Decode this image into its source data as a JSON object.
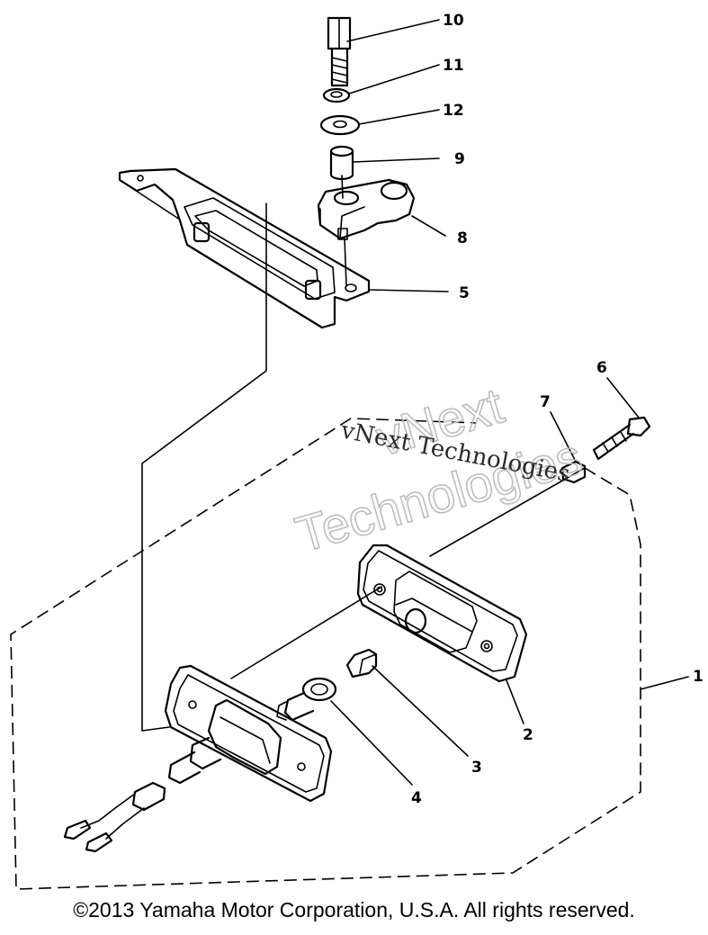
{
  "diagram": {
    "callouts": [
      "10",
      "11",
      "12",
      "9",
      "8",
      "5",
      "6",
      "7",
      "1",
      "2",
      "3",
      "4"
    ]
  },
  "watermark": {
    "line1": "vNext",
    "line2": "Technologies",
    "line3": "vNext Technologies"
  },
  "footer": {
    "copyright": "©2013 Yamaha Motor Corporation, U.S.A. All rights reserved."
  }
}
